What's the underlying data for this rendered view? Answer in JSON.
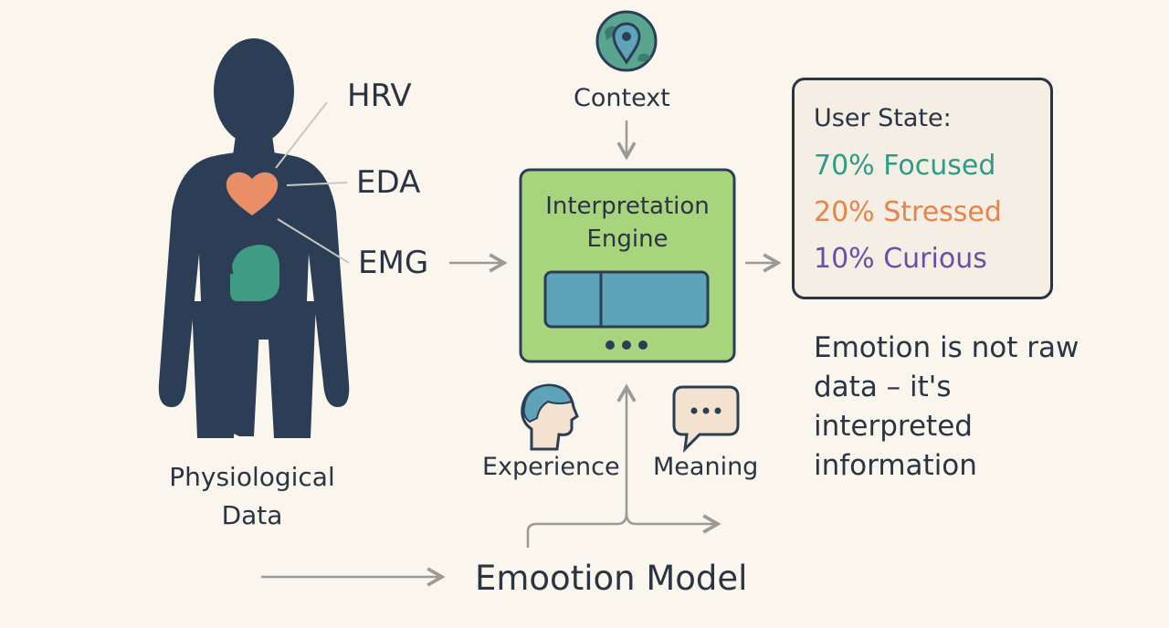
{
  "signals": {
    "hrv": "HRV",
    "eda": "EDA",
    "emg": "EMG"
  },
  "physiological": {
    "line1": "Physiological",
    "line2": "Data"
  },
  "context": {
    "label": "Context",
    "icon": "location-pin-globe-icon"
  },
  "engine": {
    "line1": "Interpretation",
    "line2": "Engine"
  },
  "inputs": {
    "experience": {
      "label": "Experience",
      "icon": "head-profile-icon"
    },
    "meaning": {
      "label": "Meaning",
      "icon": "speech-bubble-icon"
    }
  },
  "user_state": {
    "title": "User State:",
    "items": [
      {
        "text": "70% Focused",
        "color": "#2f9a85"
      },
      {
        "text": "20% Stressed",
        "color": "#e8834a"
      },
      {
        "text": "10% Curious",
        "color": "#6a4fa3"
      }
    ]
  },
  "note": "Emotion is not raw data – it's interpreted information",
  "model": {
    "title": "Emootion Model"
  },
  "colors": {
    "background": "#faf6ee",
    "figure": "#2c3e56",
    "heart": "#ea8e68",
    "muscle": "#3f9c82",
    "engine_fill": "#a8d47e",
    "engine_inner": "#5fa3b8",
    "arrow": "#9a9a96"
  }
}
